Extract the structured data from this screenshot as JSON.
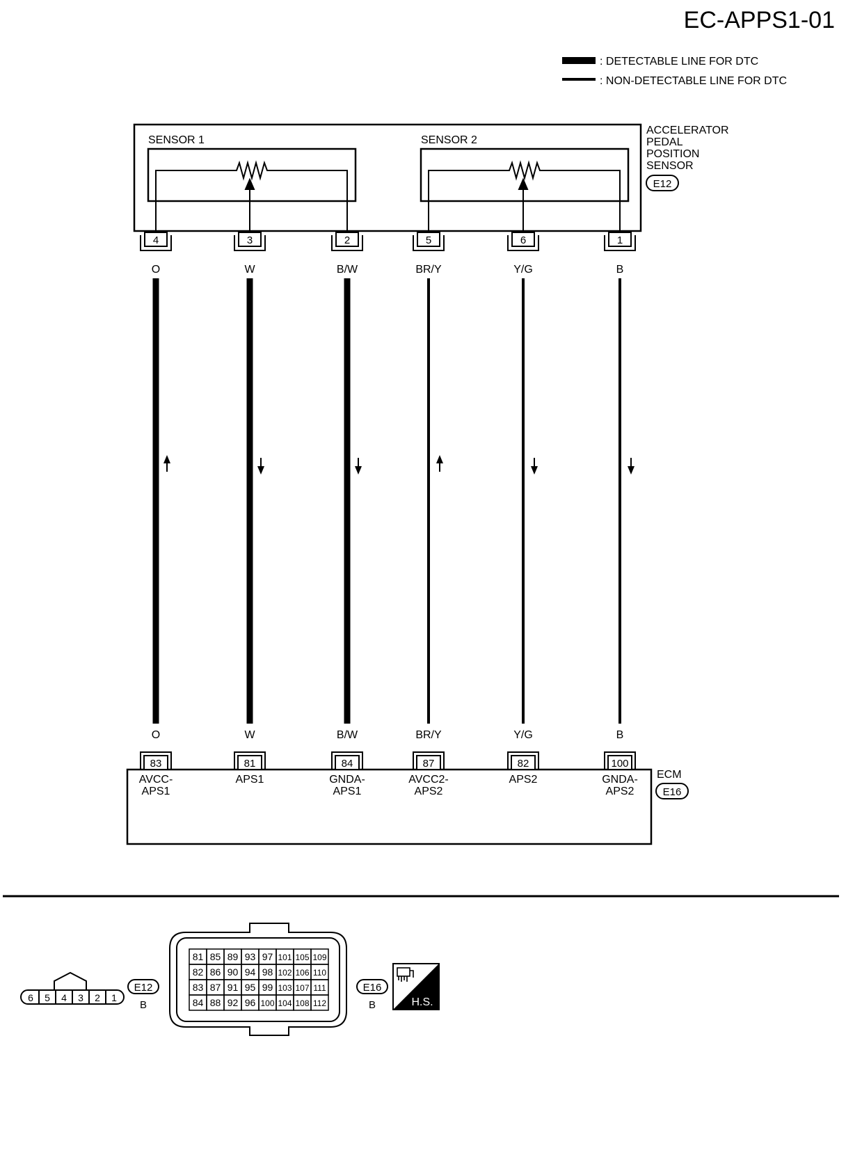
{
  "title": "EC-APPS1-01",
  "legend": {
    "thick": ": DETECTABLE LINE FOR DTC",
    "thin": ": NON-DETECTABLE LINE FOR DTC"
  },
  "sensor_component": {
    "name_lines": [
      "ACCELERATOR",
      "PEDAL",
      "POSITION",
      "SENSOR"
    ],
    "connector": "E12",
    "sensor1_label": "SENSOR 1",
    "sensor2_label": "SENSOR 2"
  },
  "ecm_component": {
    "name": "ECM",
    "connector": "E16"
  },
  "wires": [
    {
      "sensor_pin": "4",
      "color": "O",
      "ecm_pin": "83",
      "ecm_label": [
        "AVCC-",
        "APS1"
      ],
      "detectable": true,
      "direction": "up"
    },
    {
      "sensor_pin": "3",
      "color": "W",
      "ecm_pin": "81",
      "ecm_label": [
        "APS1"
      ],
      "detectable": true,
      "direction": "down"
    },
    {
      "sensor_pin": "2",
      "color": "B/W",
      "ecm_pin": "84",
      "ecm_label": [
        "GNDA-",
        "APS1"
      ],
      "detectable": true,
      "direction": "down"
    },
    {
      "sensor_pin": "5",
      "color": "BR/Y",
      "ecm_pin": "87",
      "ecm_label": [
        "AVCC2-",
        "APS2"
      ],
      "detectable": false,
      "direction": "up"
    },
    {
      "sensor_pin": "6",
      "color": "Y/G",
      "ecm_pin": "82",
      "ecm_label": [
        "APS2"
      ],
      "detectable": false,
      "direction": "down"
    },
    {
      "sensor_pin": "1",
      "color": "B",
      "ecm_pin": "100",
      "ecm_label": [
        "GNDA-",
        "APS2"
      ],
      "detectable": false,
      "direction": "down"
    }
  ],
  "connector_views": {
    "e12": {
      "id": "E12",
      "color": "B",
      "pins": [
        "6",
        "5",
        "4",
        "3",
        "2",
        "1"
      ]
    },
    "e16": {
      "id": "E16",
      "color": "B",
      "pins": [
        [
          "81",
          "85",
          "89",
          "93",
          "97",
          "101",
          "105",
          "109"
        ],
        [
          "82",
          "86",
          "90",
          "94",
          "98",
          "102",
          "106",
          "110"
        ],
        [
          "83",
          "87",
          "91",
          "95",
          "99",
          "103",
          "107",
          "111"
        ],
        [
          "84",
          "88",
          "92",
          "96",
          "100",
          "104",
          "108",
          "112"
        ]
      ]
    },
    "hs_label": "H.S."
  }
}
